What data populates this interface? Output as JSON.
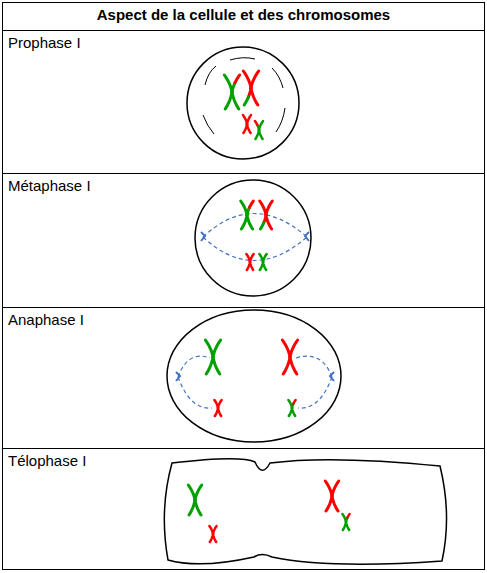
{
  "diagram": {
    "labels": [
      "Aspect de la cellule et des chromosomes",
      "Prophase I",
      "Métaphase I",
      "Anaphase I",
      "Télophase I"
    ]
  }
}
